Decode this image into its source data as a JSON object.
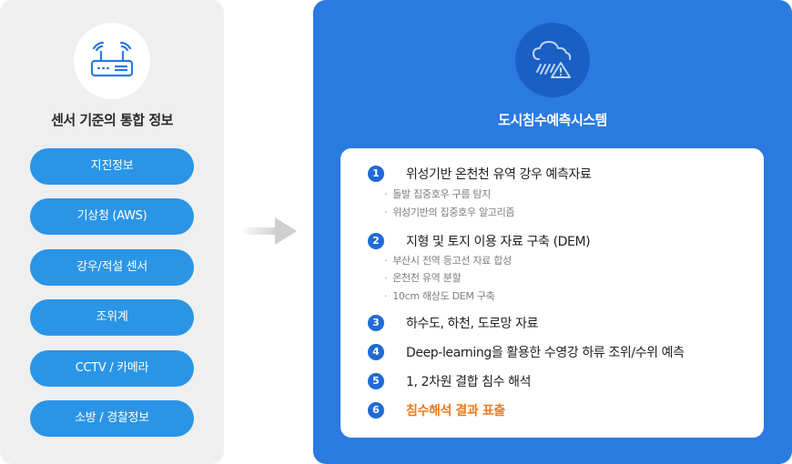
{
  "left": {
    "title": "센서 기준의 통합 정보",
    "icon": "router-icon",
    "items": [
      "지진정보",
      "기상청 (AWS)",
      "강우/적설 센서",
      "조위계",
      "CCTV / 카메라",
      "소방 / 경찰정보"
    ]
  },
  "right": {
    "title": "도시침수예측시스템",
    "icon": "cloud-rain-warning-icon",
    "items": [
      {
        "num": "1",
        "label": "위성기반 온천천 유역 강우 예측자료",
        "subs": [
          "돌발 집중호우 구름 탐지",
          "위성기반의 집중호우 알고리즘"
        ]
      },
      {
        "num": "2",
        "label": "지형 및 토지 이용 자료 구축 (DEM)",
        "subs": [
          "부산시 전역 등고선 자료 합성",
          "온천천 유역 분할",
          "10cm 해상도 DEM 구축"
        ]
      },
      {
        "num": "3",
        "label": "하수도, 하천, 도로망 자료",
        "subs": []
      },
      {
        "num": "4",
        "label": "Deep-learning을 활용한 수영강 하류 조위/수위 예측",
        "subs": []
      },
      {
        "num": "5",
        "label": "1, 2차원 결합 침수 해석",
        "subs": []
      },
      {
        "num": "6",
        "label": "침수해석 결과 표출",
        "subs": []
      }
    ]
  },
  "colors": {
    "left_bg": "#efefef",
    "pill": "#2a95e6",
    "right_bg": "#2a7ae0",
    "badge": "#1f6ad6",
    "highlight": "#f07a1d"
  }
}
